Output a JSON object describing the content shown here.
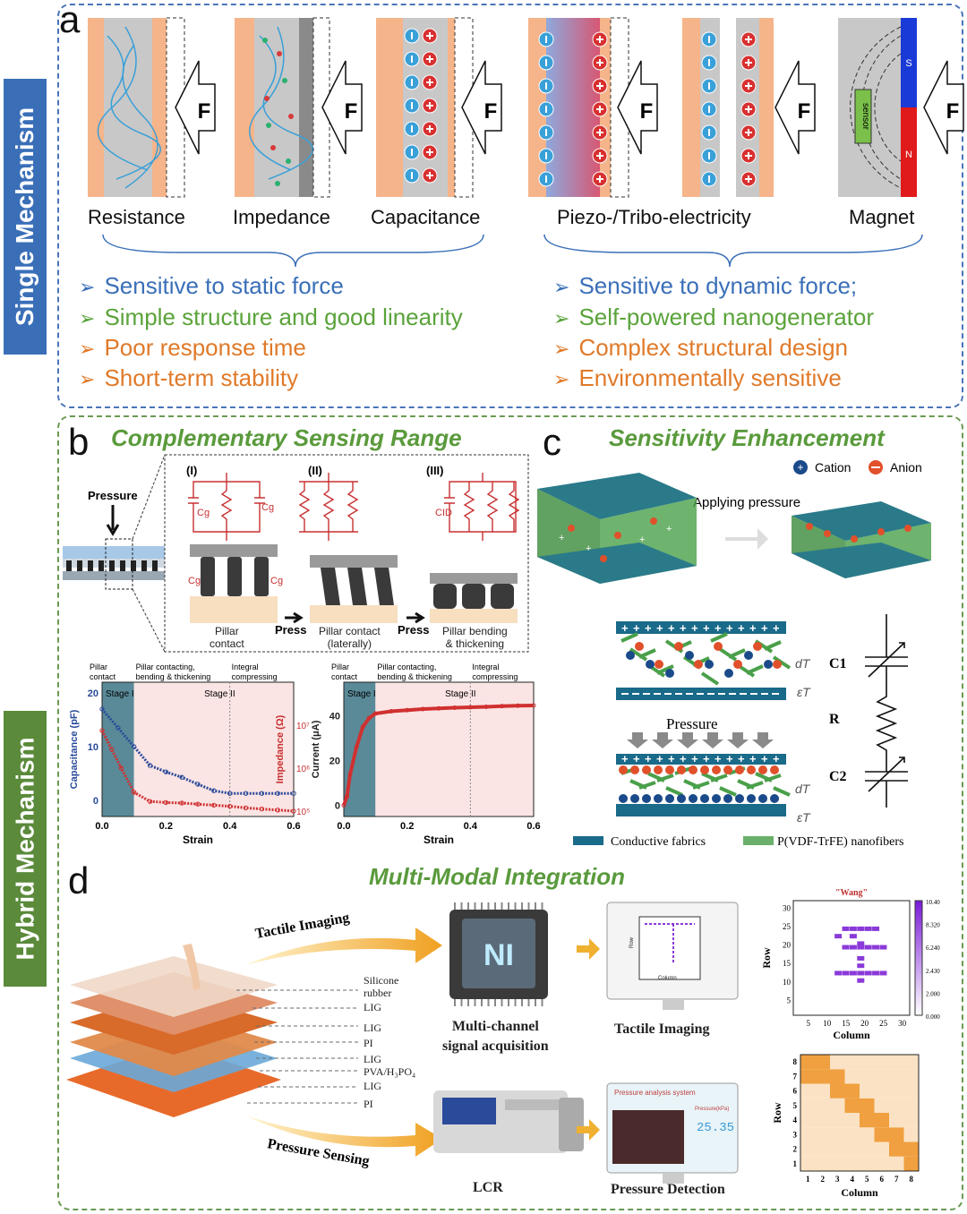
{
  "sidebars": {
    "top": "Single Mechanism",
    "bottom": "Hybrid Mechanism"
  },
  "panel_a": {
    "letter": "a",
    "force_label": "F",
    "mechanisms": [
      "Resistance",
      "Impedance",
      "Capacitance",
      "Piezo-/Tribo-electricity",
      "Magnet"
    ],
    "magnet_labels": {
      "sensor": "sensor",
      "s": "S",
      "n": "N"
    },
    "left_bullets": [
      "Sensitive to static force",
      "Simple structure and good linearity",
      "Poor response time",
      "Short-term stability"
    ],
    "right_bullets": [
      "Sensitive to dynamic force;",
      "Self-powered nanogenerator",
      "Complex structural design",
      "Environmentally sensitive"
    ],
    "bullet_colors": [
      "#3a6fb8",
      "#5aa33a",
      "#e07a2a",
      "#e07a2a"
    ]
  },
  "panel_b": {
    "letter": "b",
    "title": "Complementary Sensing Range",
    "pressure_label": "Pressure",
    "stage_titles": [
      "(I)",
      "(II)",
      "(III)"
    ],
    "cap_labels": {
      "cg": "Cg",
      "cid": "CID"
    },
    "stage_captions": [
      "Pillar\ncontact",
      "Pillar contact\n(laterally)",
      "Pillar bending\n& thickening"
    ],
    "press_label": "Press",
    "region_labels": [
      "Pillar\ncontact",
      "Pillar contacting,\nbending & thickening",
      "Integral\ncompressing"
    ],
    "stage_labels": [
      "Stage I",
      "Stage II"
    ],
    "xlabel": "Strain",
    "x_ticks": [
      "0.0",
      "0.2",
      "0.4",
      "0.6"
    ]
  },
  "chart_data": [
    {
      "type": "line",
      "xlabel": "Strain",
      "ylabel": "Capacitance (pF)",
      "ylabel_right": "Impedance (Ω)",
      "xlim": [
        0,
        0.6
      ],
      "ylim": [
        -3,
        22
      ],
      "y_ticks": [
        "0",
        "10",
        "20"
      ],
      "y_right_ticks": [
        "10⁵",
        "10⁶",
        "10⁷"
      ],
      "series": [
        {
          "color": "#2a4a9a",
          "x": [
            0.0,
            0.05,
            0.1,
            0.15,
            0.2,
            0.25,
            0.3,
            0.35,
            0.4,
            0.45,
            0.5,
            0.55,
            0.6
          ],
          "y": [
            17,
            13.5,
            10,
            6.5,
            5.3,
            4.3,
            3,
            1.8,
            1.3,
            1.3,
            1.3,
            1.3,
            1.3
          ]
        },
        {
          "color": "#d03030",
          "x": [
            0.0,
            0.03,
            0.06,
            0.1,
            0.15,
            0.2,
            0.25,
            0.3,
            0.35,
            0.4,
            0.45,
            0.5,
            0.55,
            0.6
          ],
          "y": [
            13,
            9.5,
            6,
            1.5,
            -0.2,
            -0.4,
            -0.5,
            -0.7,
            -0.9,
            -1.1,
            -1.4,
            -1.6,
            -1.8,
            -2.0
          ]
        }
      ]
    },
    {
      "type": "line",
      "xlabel": "Strain",
      "ylabel": "Current (μA)",
      "xlim": [
        0,
        0.6
      ],
      "ylim": [
        -5,
        55
      ],
      "y_ticks": [
        "0",
        "20",
        "40"
      ],
      "series": [
        {
          "color": "#d03030",
          "x": [
            0.0,
            0.01,
            0.02,
            0.04,
            0.06,
            0.08,
            0.1,
            0.15,
            0.2,
            0.25,
            0.3,
            0.35,
            0.4,
            0.45,
            0.5,
            0.55,
            0.6
          ],
          "y": [
            0,
            4,
            14,
            26,
            35,
            39,
            41,
            42,
            42.5,
            43,
            43.3,
            43.6,
            43.8,
            44,
            44.3,
            44.5,
            44.6
          ]
        }
      ]
    }
  ],
  "panel_c": {
    "letter": "c",
    "title": "Sensitivity Enhancement",
    "cation": "Cation",
    "anion": "Anion",
    "applying": "Applying pressure",
    "pressure": "Pressure",
    "dt": "dT",
    "et": "εT",
    "c1": "C1",
    "r": "R",
    "c2": "C2",
    "legend": [
      "Conductive fabrics",
      "P(VDF-TrFE) nanofibers"
    ]
  },
  "panel_d": {
    "letter": "d",
    "title": "Multi-Modal Integration",
    "tactile_arrow": "Tactile Imaging",
    "pressure_arrow": "Pressure Sensing",
    "layers": [
      "Silicone\nrubber",
      "LIG",
      "LIG",
      "PI",
      "LIG",
      "PVA/H₃PO₄",
      "LIG",
      "PI"
    ],
    "chip_text": "NI",
    "multichannel": "Multi-channel\nsignal acquisition",
    "lcr": "LCR",
    "tactile_caption": "Tactile Imaging",
    "pressure_caption": "Pressure Detection",
    "screen_row": "Row",
    "screen_col": "Column",
    "ps_title": "Pressure analysis system",
    "ps_value": "25.35",
    "ps_small": "Pressure(kPa)",
    "heatmap_title": "\"Wang\"",
    "heatmap_xlabel": "Column",
    "heatmap_ylabel": "Row",
    "heatmap_x_ticks": [
      "5",
      "10",
      "15",
      "20",
      "25",
      "30"
    ],
    "heatmap_y_ticks": [
      "5",
      "10",
      "15",
      "20",
      "25",
      "30"
    ],
    "colorbar_ticks": [
      "10.40",
      "8.320",
      "6.240",
      "2.430",
      "2.000",
      "0.000"
    ],
    "grid_x_ticks": [
      "1",
      "2",
      "3",
      "4",
      "5",
      "6",
      "7",
      "8"
    ],
    "grid_y_ticks": [
      "1",
      "2",
      "3",
      "4",
      "5",
      "6",
      "7",
      "8"
    ],
    "grid_xlabel": "Column",
    "grid_ylabel": "Row"
  }
}
